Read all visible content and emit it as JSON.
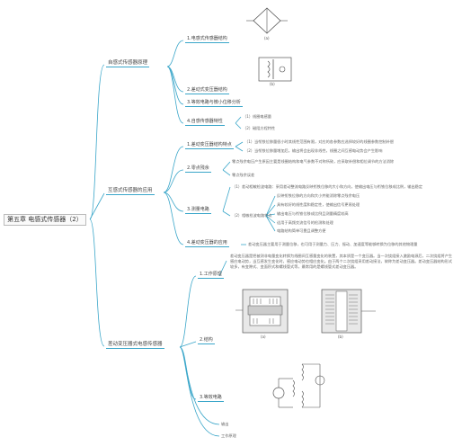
{
  "root": "第五章 电感式传感器（2）",
  "branch1": {
    "title": "自感式传感器原理",
    "children": [
      "1.电感式传感器结构",
      "2.差动式变压器结构",
      "3.等效电路与微小位移分析",
      "4.自感传感器特性"
    ],
    "sub4": [
      "（1）线圈电感量",
      "（2）磁阻方程特性"
    ]
  },
  "branch2": {
    "title": "互感式传感器的应用",
    "children": [
      "1.差动变压器结构特点",
      "2.零点残余",
      "3.测量电路",
      "4.差动变压器的应用"
    ],
    "notes1": [
      "（1）当衔铁位移量很小时其线性范围有限，对应的各参数应选择较好的线圈参数控制补偿",
      "（2）当衔铁位移量增加后，输出将会出现非线性，线圈之间互感电动势会产生影响"
    ],
    "notes2": [
      "零点残余电压产生原因主要是线圈结构和电气参数不对称所致，应采取补偿和相位调节的方法消除",
      "零点残余误差"
    ],
    "notes3_head": "（1）差动相敏检波电路：采用差动整流电路反映衔铁位移的大小和方向，使输出电压与衔铁位移成比例，输出稳定",
    "notes3_sub": "（2）相敏检波电路特点",
    "notes3_items": [
      "反映衔铁位移的方向和大小并能消除零点残余电压",
      "具有较好的线性度和稳定性，使输出信号更易处理",
      "输出电压与衔铁位移成比例且测量精度较高",
      "适用于高频交流信号的检测和处理",
      "电路结构简单可靠且调整方便"
    ],
    "notes4": "差动变压器主要用于测量位移，也可用于测量力、压力、振动、加速度等能够转换为位移的其他物理量"
  },
  "branch3": {
    "title": "差动变压器式电感传感器",
    "children": [
      "1.工作原理",
      "2.结构",
      "3.等效电路",
      "输出",
      "工作原理"
    ],
    "paragraph": "差动变压器是把被测非电量变化转换为线圈间互感量变化的装置，其本质是一个变压器。当一次绕组接入激励电源后，二次绕组将产生感应电动势，当互感发生变化时，感应电动势也相应变化。由于两个二次绕组采用差动接法，故称为差动变压器。差动变压器结构形式较多，有变隙式、变面积式和螺线管式等，最常用的是螺线管式差动变压器。"
  }
}
